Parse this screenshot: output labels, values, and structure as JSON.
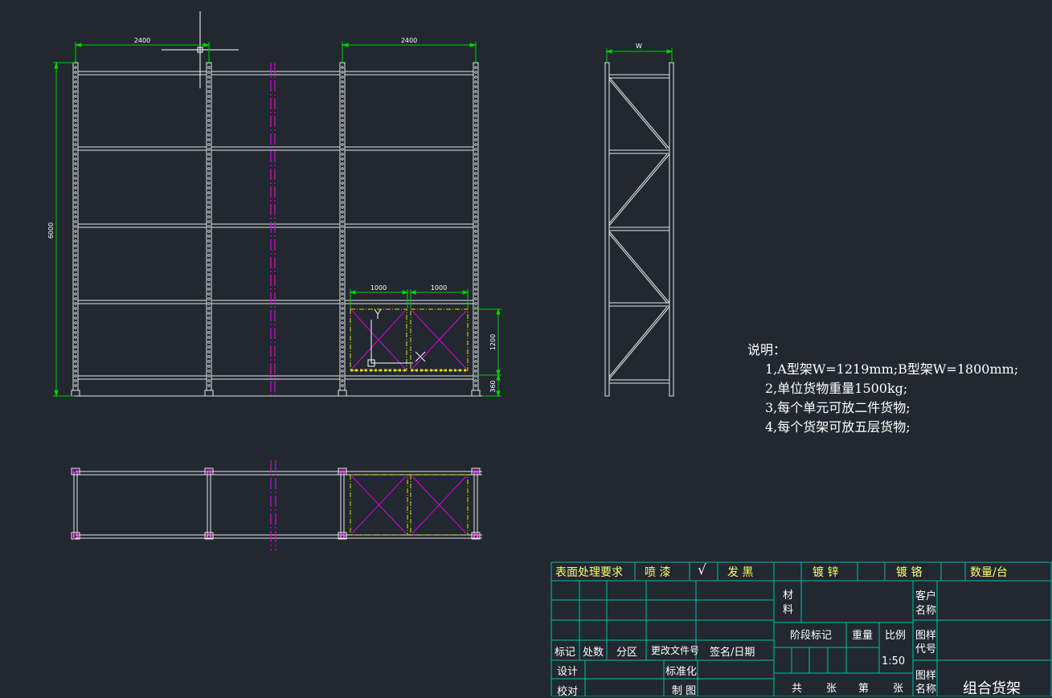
{
  "colors": {
    "background": "#212830",
    "frame": "#e8e8e8",
    "dimension": "#00d000",
    "centerline": "#e000e0",
    "hidden": "#e8d800",
    "titleblock": "#00c0a0"
  },
  "drawing": {
    "front_view": {
      "bay_width_left": "2400",
      "bay_width_right": "2400",
      "height": "6000",
      "pallet_width_1": "1000",
      "pallet_width_2": "1000",
      "pallet_height": "1200",
      "base_height": "360",
      "levels": 5
    },
    "side_view": {
      "depth_label": "W"
    }
  },
  "notes": {
    "heading": "说明：",
    "items": [
      "1,A型架W=1219mm;B型架W=1800mm;",
      "2,单位货物重量1500kg;",
      "3,每个单元可放二件货物;",
      "4,每个货架可放五层货物;"
    ]
  },
  "title_block": {
    "surface_treatment": "表面处理要求",
    "spray_paint": "喷  漆",
    "check_mark": "√",
    "blacken": "发  黑",
    "zinc": "镀  锌",
    "chrome": "镀  铬",
    "quantity": "数量/台",
    "material_1": "材",
    "material_2": "料",
    "customer_1": "客户",
    "customer_2": "名称",
    "mark": "标记",
    "count": "处数",
    "zone": "分区",
    "change_doc": "更改文件号",
    "sign_date": "签名/日期",
    "stage_mark": "阶段标记",
    "weight": "重量",
    "scale": "比例",
    "drawing_code_1": "图样",
    "drawing_code_2": "代号",
    "design": "设计",
    "standardize": "标准化",
    "scale_value": "1:50",
    "check": "校对",
    "draw": "制  图",
    "total": "共",
    "sheets_1": "张",
    "sheet_no": "第",
    "sheets_2": "张",
    "drawing_name_1": "图样",
    "drawing_name_2": "名称",
    "drawing_name": "组合货架"
  }
}
